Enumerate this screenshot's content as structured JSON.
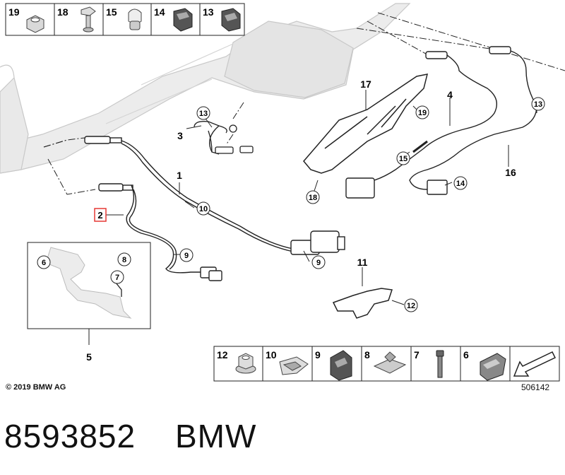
{
  "top_strip": [
    "19",
    "18",
    "15",
    "14",
    "13"
  ],
  "bottom_strip": [
    "12",
    "10",
    "9",
    "8",
    "7",
    "6"
  ],
  "callouts": {
    "c1": "1",
    "c2": "2",
    "c3": "3",
    "c4": "4",
    "c5": "5",
    "c6": "6",
    "c7": "7",
    "c8": "8",
    "c9a": "9",
    "c9b": "9",
    "c10": "10",
    "c11": "11",
    "c12": "12",
    "c13a": "13",
    "c13b": "13",
    "c14": "14",
    "c15": "15",
    "c16": "16",
    "c17": "17",
    "c18": "18",
    "c19": "19"
  },
  "copyright": "© 2019 BMW AG",
  "figure_number": "506142",
  "part_number": "8593852",
  "brand": "BMW",
  "colors": {
    "highlight": "#e53935",
    "line": "#222222",
    "muffler": "#e6e6e6"
  },
  "icons": [
    "nut-icon",
    "screw-icon",
    "clip-icon",
    "cable-holder-icon",
    "grommet-icon",
    "bolt-icon",
    "arrow-icon"
  ]
}
